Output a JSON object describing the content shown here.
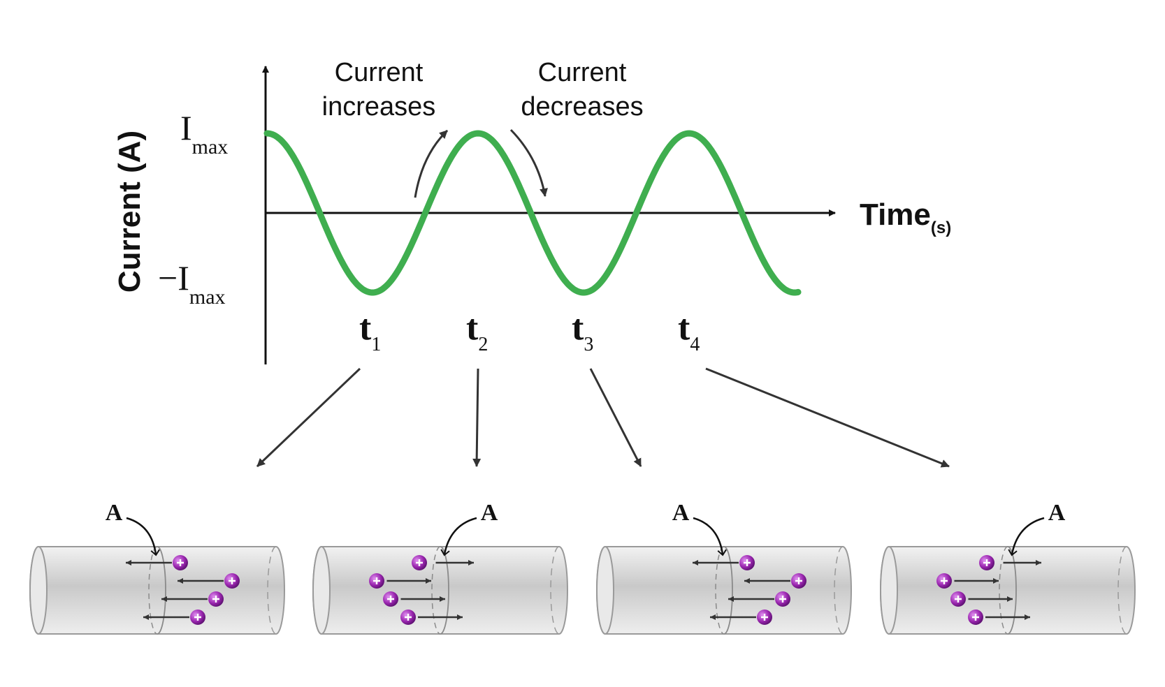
{
  "graph": {
    "y_axis_label": "Current (A)",
    "x_axis_label": "Time",
    "x_axis_unit": "(s)",
    "y_max_label": "I",
    "y_max_sub": "max",
    "y_min_label": "−I",
    "y_min_sub": "max",
    "annotation_increase": [
      "Current",
      "increases"
    ],
    "annotation_decrease": [
      "Current",
      "decreases"
    ],
    "time_marks": [
      {
        "base": "t",
        "sub": "1"
      },
      {
        "base": "t",
        "sub": "2"
      },
      {
        "base": "t",
        "sub": "3"
      },
      {
        "base": "t",
        "sub": "4"
      }
    ]
  },
  "wires": [
    {
      "area_label": "A",
      "flow": "left"
    },
    {
      "area_label": "A",
      "flow": "right"
    },
    {
      "area_label": "A",
      "flow": "left"
    },
    {
      "area_label": "A",
      "flow": "right"
    }
  ],
  "colors": {
    "wave": "#3fae4f",
    "axis": "#111111",
    "arrow": "#333333",
    "charge": "#9b27b0",
    "wire": "#d9d9d9"
  }
}
